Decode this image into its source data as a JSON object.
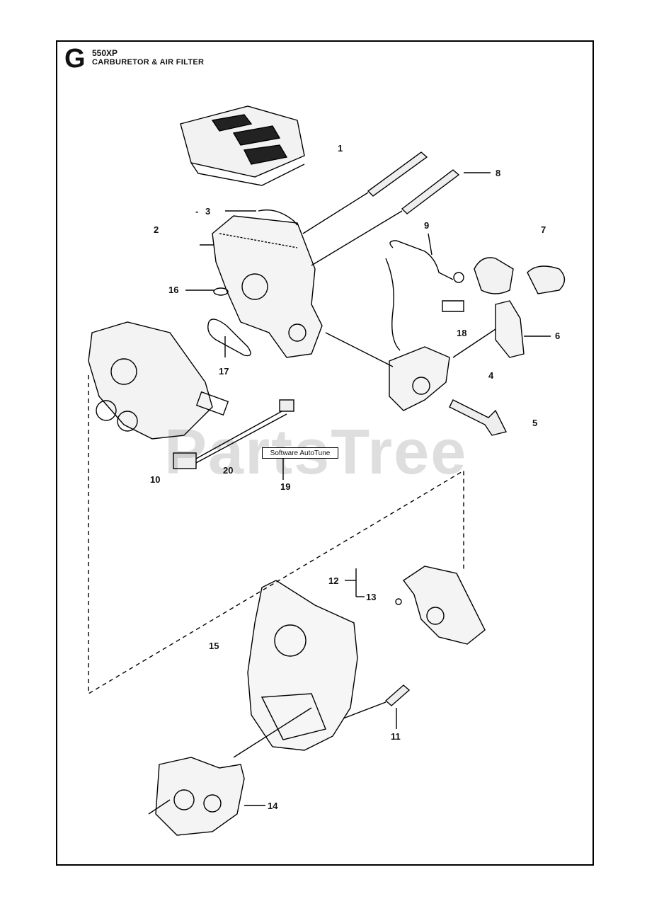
{
  "header": {
    "section_letter": "G",
    "model": "550XP",
    "title": "CARBURETOR & AIR FILTER"
  },
  "watermark": "PartsTree",
  "software_label": "Software AutoTune",
  "callouts": {
    "c1": "1",
    "c2": "2",
    "c3": "3",
    "c4": "4",
    "c5": "5",
    "c6": "6",
    "c7": "7",
    "c8": "8",
    "c9": "9",
    "c10": "10",
    "c11": "11",
    "c12": "12",
    "c13": "13",
    "c14": "14",
    "c15": "15",
    "c16": "16",
    "c17": "17",
    "c18": "18",
    "c19": "19",
    "c20": "20"
  }
}
